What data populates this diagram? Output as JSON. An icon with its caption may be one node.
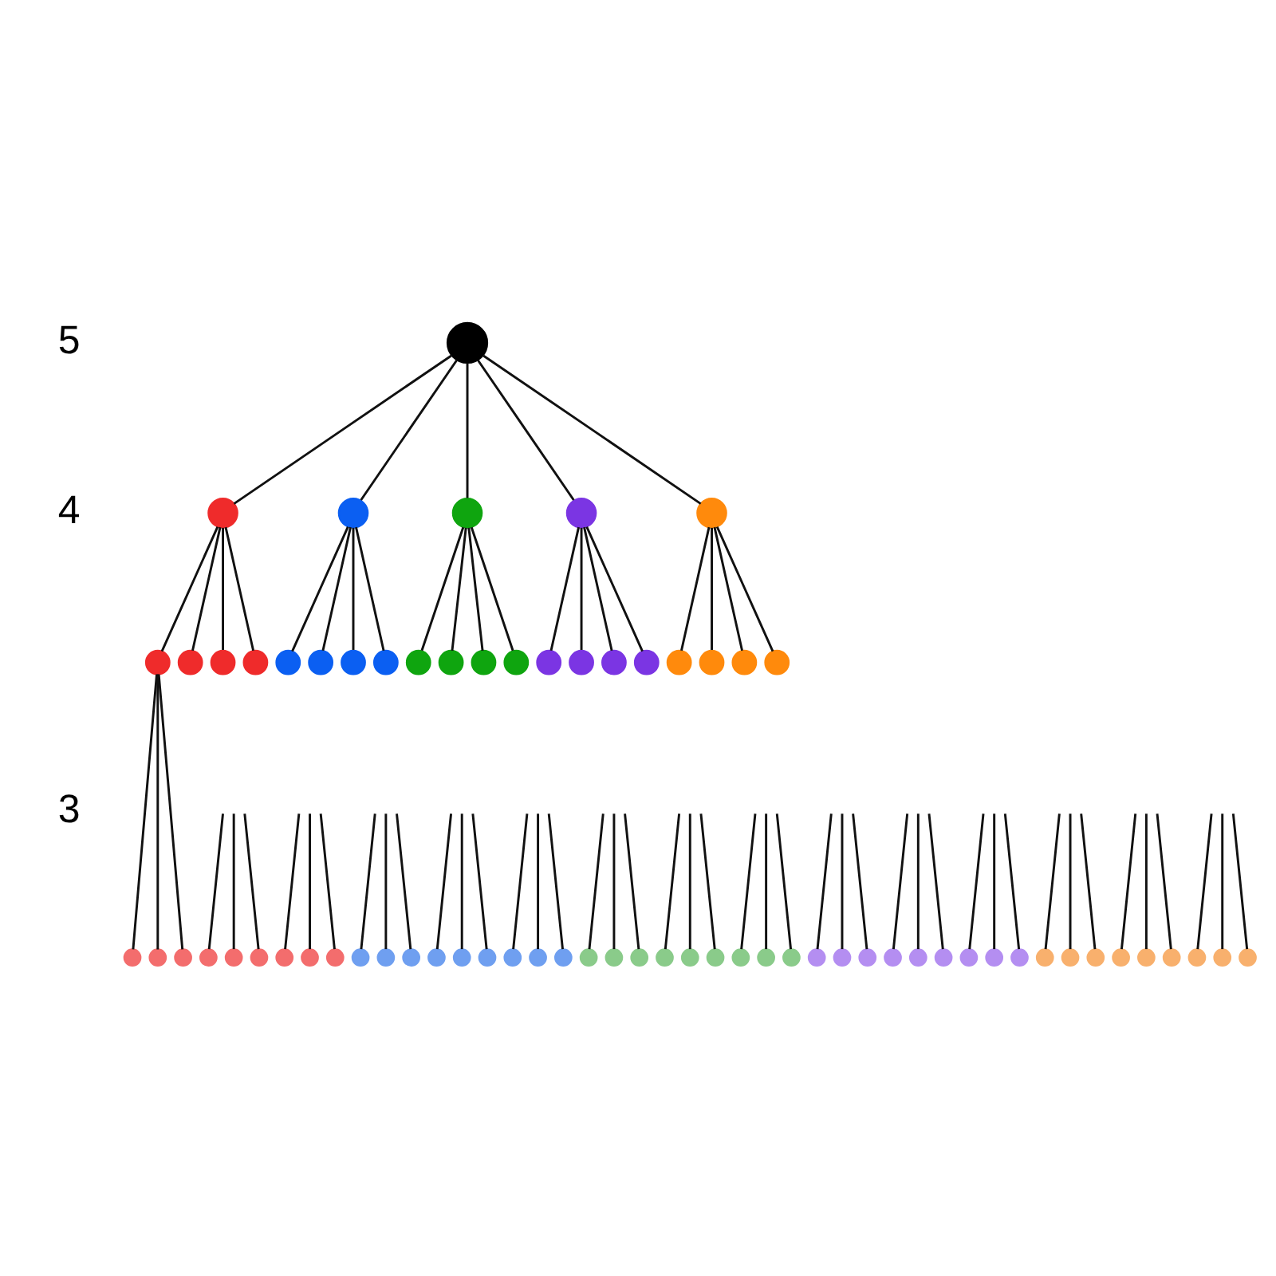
{
  "diagram": {
    "nodes": [
      {
        "text": [],
        "shape": "circle"
      },
      {
        "text": [],
        "shape": "circle"
      },
      {
        "text": [],
        "shape": "circle"
      },
      {
        "text": [],
        "shape": "circle"
      },
      {
        "text": [],
        "shape": "circle"
      },
      {
        "text": [],
        "shape": "circle"
      },
      {
        "text": [],
        "shape": "circle"
      },
      {
        "text": [],
        "shape": "circle"
      },
      {
        "text": [],
        "shape": "circle"
      },
      {
        "text": [],
        "shape": "circle"
      },
      {
        "text": [],
        "shape": "circle"
      },
      {
        "text": [],
        "shape": "circle"
      },
      {
        "text": [],
        "shape": "circle"
      },
      {
        "text": [],
        "shape": "circle"
      },
      {
        "text": [],
        "shape": "circle"
      },
      {
        "text": [],
        "shape": "circle"
      },
      {
        "text": [],
        "shape": "circle"
      },
      {
        "text": [],
        "shape": "circle"
      },
      {
        "text": [],
        "shape": "circle"
      },
      {
        "text": [],
        "shape": "circle"
      },
      {
        "text": [],
        "shape": "circle"
      },
      {
        "text": [],
        "shape": "circle"
      },
      {
        "text": [],
        "shape": "circle"
      },
      {
        "text": [],
        "shape": "circle"
      },
      {
        "text": [],
        "shape": "circle"
      },
      {
        "text": [],
        "shape": "circle"
      },
      {
        "text": [],
        "shape": "circle"
      },
      {
        "text": [],
        "shape": "circle"
      },
      {
        "text": [],
        "shape": "circle"
      },
      {
        "text": [],
        "shape": "circle"
      },
      {
        "text": [],
        "shape": "circle"
      },
      {
        "text": [],
        "shape": "circle"
      },
      {
        "text": [],
        "shape": "circle"
      },
      {
        "text": [],
        "shape": "circle"
      },
      {
        "text": [],
        "shape": "circle"
      },
      {
        "text": [],
        "shape": "circle"
      },
      {
        "text": [],
        "shape": "circle"
      },
      {
        "text": [],
        "shape": "circle"
      },
      {
        "text": [],
        "shape": "circle"
      },
      {
        "text": [],
        "shape": "circle"
      },
      {
        "text": [],
        "shape": "circle"
      },
      {
        "text": [],
        "shape": "circle"
      },
      {
        "text": [],
        "shape": "circle"
      },
      {
        "text": [],
        "shape": "circle"
      },
      {
        "text": [],
        "shape": "circle"
      },
      {
        "text": [],
        "shape": "circle"
      },
      {
        "text": [],
        "shape": "circle"
      },
      {
        "text": [],
        "shape": "circle"
      },
      {
        "text": [],
        "shape": "circle"
      },
      {
        "text": [],
        "shape": "circle"
      },
      {
        "text": [],
        "shape": "circle"
      },
      {
        "text": [],
        "shape": "circle"
      },
      {
        "text": [],
        "shape": "circle"
      },
      {
        "text": [],
        "shape": "circle"
      },
      {
        "text": [],
        "shape": "circle"
      },
      {
        "text": [],
        "shape": "circle"
      },
      {
        "text": [],
        "shape": "circle"
      },
      {
        "text": [],
        "shape": "circle"
      },
      {
        "text": [],
        "shape": "circle"
      },
      {
        "text": [],
        "shape": "circle"
      },
      {
        "text": [],
        "shape": "circle"
      },
      {
        "text": [],
        "shape": "circle"
      },
      {
        "text": [],
        "shape": "circle"
      },
      {
        "text": [],
        "shape": "circle"
      },
      {
        "text": [],
        "shape": "circle"
      },
      {
        "text": [],
        "shape": "circle"
      },
      {
        "text": [],
        "shape": "circle"
      },
      {
        "text": [],
        "shape": "circle"
      },
      {
        "text": [],
        "shape": "circle"
      },
      {
        "text": [],
        "shape": "circle"
      },
      {
        "text": [],
        "shape": "circle"
      }
    ],
    "edges": [
      {
        "from": 0,
        "to": 1,
        "arrow": "none"
      },
      {
        "from": 0,
        "to": 2,
        "arrow": "none"
      },
      {
        "from": 0,
        "to": 3,
        "arrow": "none"
      },
      {
        "from": 0,
        "to": 4,
        "arrow": "none"
      },
      {
        "from": 0,
        "to": 5,
        "arrow": "none"
      },
      {
        "from": 1,
        "to": 6,
        "arrow": "none"
      },
      {
        "from": 1,
        "to": 7,
        "arrow": "none"
      },
      {
        "from": 1,
        "to": 8,
        "arrow": "none"
      },
      {
        "from": 1,
        "to": 9,
        "arrow": "none"
      },
      {
        "from": 2,
        "to": 10,
        "arrow": "none"
      },
      {
        "from": 2,
        "to": 11,
        "arrow": "none"
      },
      {
        "from": 2,
        "to": 12,
        "arrow": "none"
      },
      {
        "from": 2,
        "to": 13,
        "arrow": "none"
      },
      {
        "from": 3,
        "to": 14,
        "arrow": "none"
      },
      {
        "from": 3,
        "to": 15,
        "arrow": "none"
      },
      {
        "from": 3,
        "to": 16,
        "arrow": "none"
      },
      {
        "from": 3,
        "to": 17,
        "arrow": "none"
      },
      {
        "from": 4,
        "to": 18,
        "arrow": "none"
      },
      {
        "from": 4,
        "to": 19,
        "arrow": "none"
      },
      {
        "from": 4,
        "to": 20,
        "arrow": "none"
      },
      {
        "from": 4,
        "to": 21,
        "arrow": "none"
      },
      {
        "from": 5,
        "to": 22,
        "arrow": "none"
      },
      {
        "from": 5,
        "to": 23,
        "arrow": "none"
      },
      {
        "from": 5,
        "to": 24,
        "arrow": "none"
      },
      {
        "from": 5,
        "to": 25,
        "arrow": "none"
      },
      {
        "from": 6,
        "to": 26,
        "arrow": "none"
      },
      {
        "from": 6,
        "to": 27,
        "arrow": "none"
      },
      {
        "from": 6,
        "to": 28,
        "arrow": "none"
      },
      {
        "from": null,
        "to": 29,
        "arrow": "none"
      },
      {
        "from": null,
        "to": 30,
        "arrow": "none"
      },
      {
        "from": null,
        "to": 31,
        "arrow": "none"
      },
      {
        "from": null,
        "to": 32,
        "arrow": "none"
      },
      {
        "from": null,
        "to": 33,
        "arrow": "none"
      },
      {
        "from": null,
        "to": 34,
        "arrow": "none"
      },
      {
        "from": null,
        "to": 35,
        "arrow": "none"
      },
      {
        "from": null,
        "to": 36,
        "arrow": "none"
      },
      {
        "from": null,
        "to": 37,
        "arrow": "none"
      },
      {
        "from": null,
        "to": 38,
        "arrow": "none"
      },
      {
        "from": null,
        "to": 39,
        "arrow": "none"
      },
      {
        "from": null,
        "to": 40,
        "arrow": "none"
      },
      {
        "from": null,
        "to": 41,
        "arrow": "none"
      },
      {
        "from": null,
        "to": 42,
        "arrow": "none"
      },
      {
        "from": null,
        "to": 43,
        "arrow": "none"
      },
      {
        "from": null,
        "to": 44,
        "arrow": "none"
      },
      {
        "from": null,
        "to": 45,
        "arrow": "none"
      },
      {
        "from": null,
        "to": 46,
        "arrow": "none"
      },
      {
        "from": null,
        "to": 47,
        "arrow": "none"
      },
      {
        "from": null,
        "to": 48,
        "arrow": "none"
      },
      {
        "from": null,
        "to": 49,
        "arrow": "none"
      },
      {
        "from": null,
        "to": 50,
        "arrow": "none"
      },
      {
        "from": null,
        "to": 51,
        "arrow": "none"
      },
      {
        "from": null,
        "to": 52,
        "arrow": "none"
      },
      {
        "from": null,
        "to": 53,
        "arrow": "none"
      },
      {
        "from": null,
        "to": 54,
        "arrow": "none"
      },
      {
        "from": null,
        "to": 55,
        "arrow": "none"
      },
      {
        "from": null,
        "to": 56,
        "arrow": "none"
      },
      {
        "from": null,
        "to": 57,
        "arrow": "none"
      },
      {
        "from": null,
        "to": 58,
        "arrow": "none"
      },
      {
        "from": null,
        "to": 59,
        "arrow": "none"
      },
      {
        "from": null,
        "to": 60,
        "arrow": "none"
      },
      {
        "from": null,
        "to": 61,
        "arrow": "none"
      },
      {
        "from": null,
        "to": 62,
        "arrow": "none"
      },
      {
        "from": null,
        "to": 63,
        "arrow": "none"
      },
      {
        "from": null,
        "to": 64,
        "arrow": "none"
      },
      {
        "from": null,
        "to": 65,
        "arrow": "none"
      },
      {
        "from": null,
        "to": 66,
        "arrow": "none"
      },
      {
        "from": null,
        "to": 67,
        "arrow": "none"
      },
      {
        "from": null,
        "to": 68,
        "arrow": "none"
      },
      {
        "from": null,
        "to": 69,
        "arrow": "none"
      },
      {
        "from": null,
        "to": 70,
        "arrow": "none"
      }
    ],
    "labels": [
      "5",
      "4",
      "3"
    ]
  }
}
